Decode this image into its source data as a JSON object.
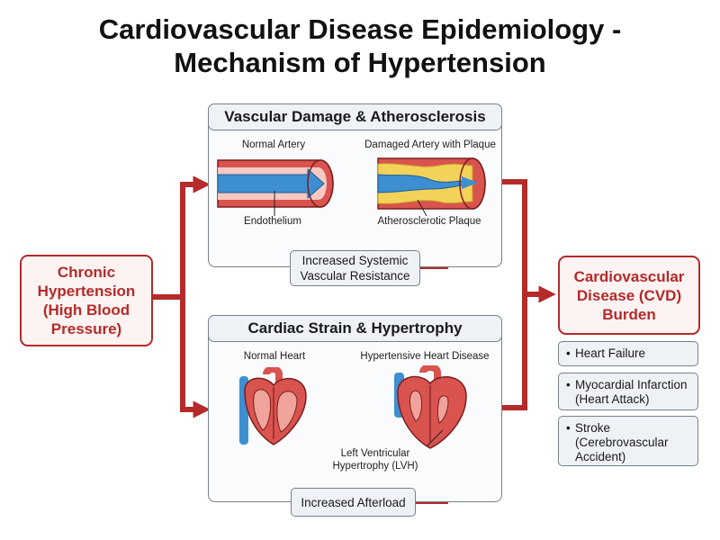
{
  "title": {
    "line1": "Cardiovascular Disease Epidemiology -",
    "line2": "Mechanism of Hypertension"
  },
  "source": {
    "lines": [
      "Chronic",
      "Hypertension",
      "(High Blood",
      "Pressure)"
    ]
  },
  "vascular": {
    "header": "Vascular Damage & Atherosclerosis",
    "normal_label": "Normal Artery",
    "damaged_label": "Damaged Artery with Plaque",
    "endothelium_label": "Endothelium",
    "plaque_label": "Atherosclerotic Plaque",
    "mechanism": [
      "Increased Systemic",
      "Vascular Resistance"
    ]
  },
  "cardiac": {
    "header": "Cardiac Strain & Hypertrophy",
    "normal_label": "Normal Heart",
    "diseased_label": "Hypertensive Heart Disease",
    "lvh_label": [
      "Left Ventricular",
      "Hypertrophy (LVH)"
    ],
    "mechanism": "Increased Afterload"
  },
  "burden": {
    "lines": [
      "Cardiovascular",
      "Disease (CVD)",
      "Burden"
    ]
  },
  "outcomes": [
    {
      "bullet": "•",
      "lines": [
        "Heart Failure"
      ]
    },
    {
      "bullet": "•",
      "lines": [
        "Myocardial Infarction",
        "(Heart Attack)"
      ]
    },
    {
      "bullet": "•",
      "lines": [
        "Stroke",
        "(Cerebrovascular",
        "Accident)"
      ]
    }
  ],
  "colors": {
    "arrow_red": "#b52a2a",
    "artery_red": "#d9534f",
    "lumen_blue": "#3d8fd1",
    "plaque_yellow": "#f3d25a",
    "panel_border": "#7a8088",
    "header_fill": "#eef2f7"
  }
}
